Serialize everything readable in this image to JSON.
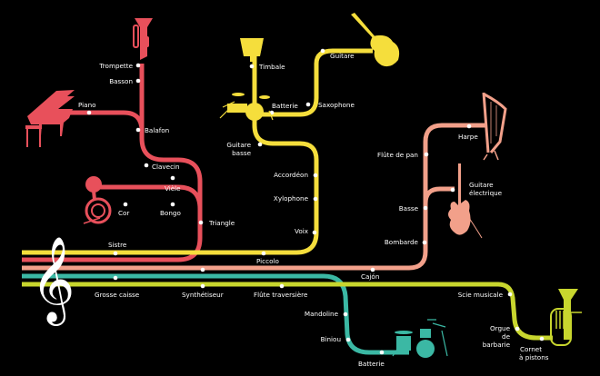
{
  "colors": {
    "background": "#000000",
    "red": "#e8505b",
    "yellow": "#f5de3c",
    "salmon": "#f2a08a",
    "teal": "#3bb8a4",
    "lime": "#c8d62e",
    "stop": "#ffffff",
    "clef": "#ffffff"
  },
  "lines": {
    "red": {
      "name": "red-line",
      "stations": [
        "Trompette",
        "Basson",
        "Piano",
        "Balafon",
        "Clavecin",
        "Vièle",
        "Cor",
        "Bongo",
        "Triangle"
      ]
    },
    "yellow": {
      "name": "yellow-line",
      "stations": [
        "Timbale",
        "Guitare",
        "Batterie",
        "Saxophone",
        "Guitare basse",
        "Accordéon",
        "Xylophone",
        "Voix",
        "Piccolo",
        "Sistre"
      ]
    },
    "salmon": {
      "name": "salmon-line",
      "stations": [
        "Harpe",
        "Flûte de pan",
        "Guitare électrique",
        "Basse",
        "Bombarde",
        "Cajón"
      ]
    },
    "teal": {
      "name": "teal-line",
      "stations": [
        "Grosse caisse",
        "Mandoline",
        "Biniou",
        "Batterie"
      ]
    },
    "lime": {
      "name": "lime-line",
      "stations": [
        "Synthétiseur",
        "Flûte traversière",
        "Scie musicale",
        "Orgue de barbarie",
        "Cornet à pistons"
      ]
    }
  },
  "labels": {
    "trompette": "Trompette",
    "basson": "Basson",
    "piano": "Piano",
    "balafon": "Balafon",
    "clavecin": "Clavecin",
    "viele": "Vièle",
    "cor": "Cor",
    "bongo": "Bongo",
    "triangle": "Triangle",
    "sistre": "Sistre",
    "timbale": "Timbale",
    "guitare": "Guitare",
    "batterie_y": "Batterie",
    "saxophone": "Saxophone",
    "guitare_basse_1": "Guitare",
    "guitare_basse_2": "basse",
    "accordeon": "Accordéon",
    "xylophone": "Xylophone",
    "voix": "Voix",
    "piccolo": "Piccolo",
    "harpe": "Harpe",
    "flute_pan": "Flûte de pan",
    "guitare_elec_1": "Guitare",
    "guitare_elec_2": "électrique",
    "basse": "Basse",
    "bombarde": "Bombarde",
    "cajon": "Cajón",
    "grosse_caisse": "Grosse caisse",
    "synthetiseur": "Synthétiseur",
    "flute_trav": "Flûte traversière",
    "mandoline": "Mandoline",
    "biniou": "Biniou",
    "batterie_t": "Batterie",
    "scie": "Scie musicale",
    "orgue_1": "Orgue",
    "orgue_2": "de",
    "orgue_3": "barbarie",
    "cornet_1": "Cornet",
    "cornet_2": "à pistons"
  },
  "icons": {
    "treble_clef": "treble-clef-icon",
    "trumpet": "trumpet-icon",
    "piano": "grand-piano-icon",
    "french_horn": "french-horn-icon",
    "timbale": "timbale-icon",
    "drum_kit_yellow": "drum-kit-icon",
    "acoustic_guitar": "acoustic-guitar-icon",
    "harp": "harp-icon",
    "electric_guitar": "electric-guitar-icon",
    "drum_kit_teal": "drum-kit-icon",
    "euphonium": "euphonium-icon"
  }
}
